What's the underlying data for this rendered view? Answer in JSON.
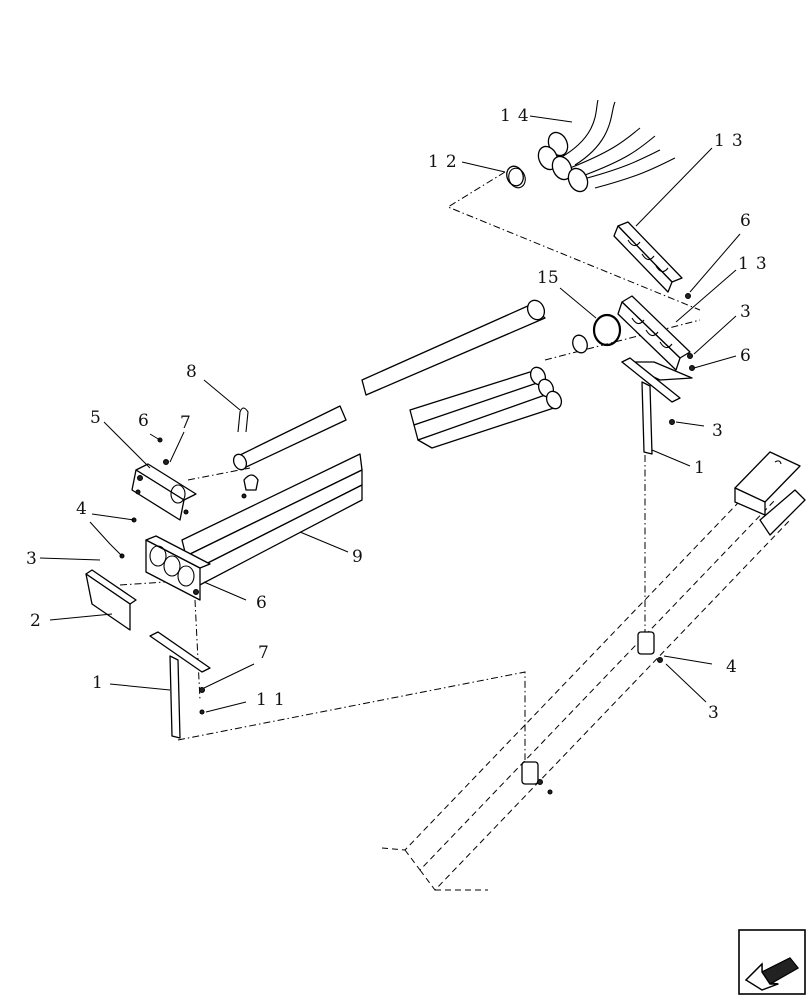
{
  "callouts": {
    "c_14": "14",
    "c_12": "12",
    "c_13a": "13",
    "c_6a": "6",
    "c_13b": "13",
    "c_15": "15",
    "c_3a": "3",
    "c_6b": "6",
    "c_3b": "3",
    "c_1a": "1",
    "c_8": "8",
    "c_5": "5",
    "c_6c": "6",
    "c_7a": "7",
    "c_4a": "4",
    "c_3c": "3",
    "c_9": "9",
    "c_6d": "6",
    "c_2": "2",
    "c_7b": "7",
    "c_1b": "1",
    "c_11": "11",
    "c_4b": "4",
    "c_3d": "3"
  },
  "nav": {
    "icon": "previous-page-arrow-icon"
  }
}
